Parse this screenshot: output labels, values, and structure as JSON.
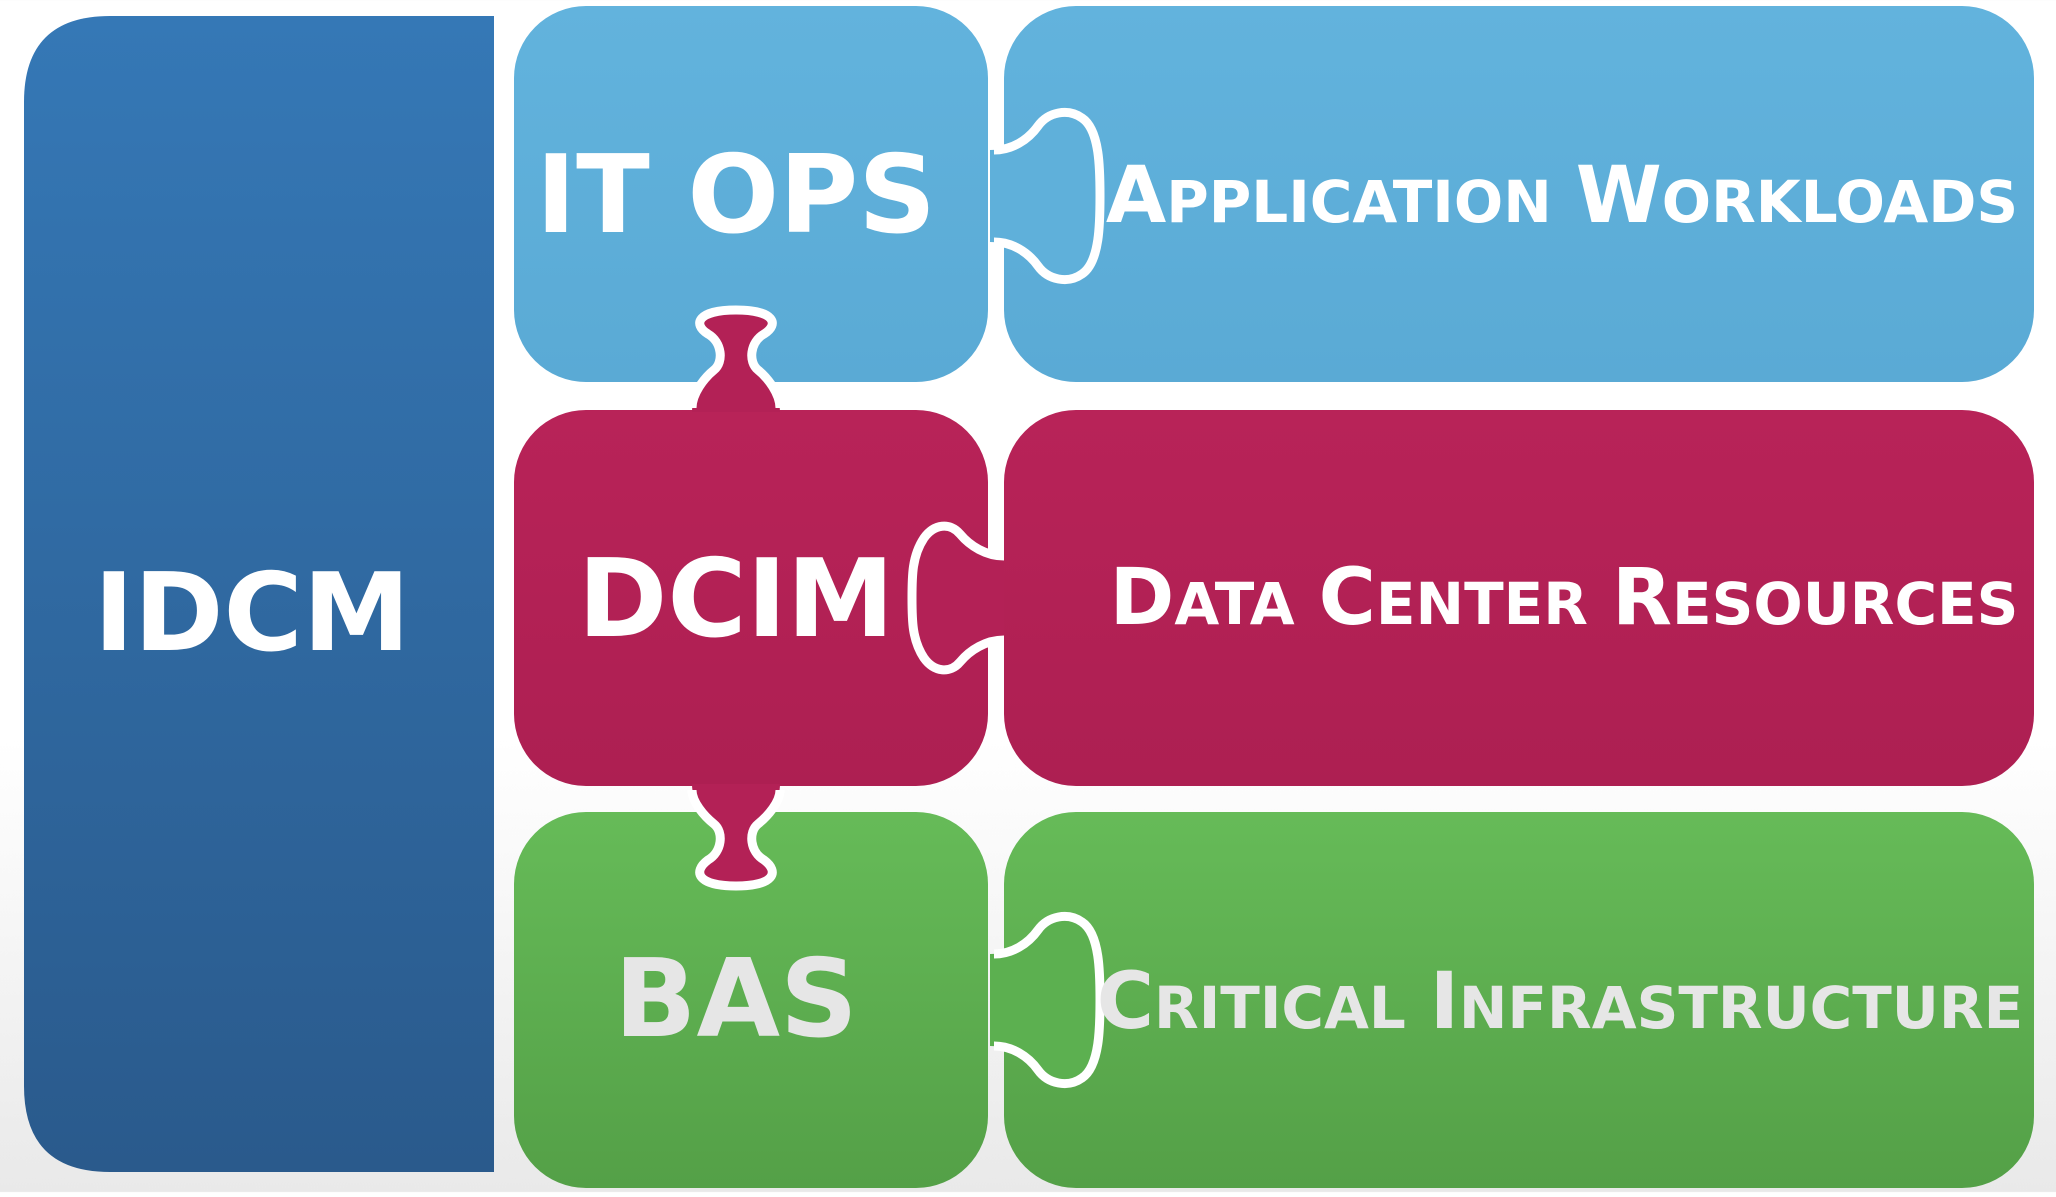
{
  "idcm": {
    "label": "IDCM",
    "color": "#2e6aa3"
  },
  "rows": [
    {
      "key": "it-ops",
      "layer": "IT OPS",
      "domain_initial_1": "A",
      "domain_rest_1": "PPLICATION",
      "domain_initial_2": "W",
      "domain_rest_2": "ORKLOADS",
      "color": "#5fb0da"
    },
    {
      "key": "dcim",
      "layer": "DCIM",
      "domain_initial_1": "D",
      "domain_rest_1": "ATA",
      "domain_initial_2": "C",
      "domain_rest_2": "ENTER",
      "domain_initial_3": "R",
      "domain_rest_3": "ESOURCES",
      "color": "#b32156"
    },
    {
      "key": "bas",
      "layer": "BAS",
      "domain_initial_1": "C",
      "domain_rest_1": "RITICAL",
      "domain_initial_2": "I",
      "domain_rest_2": "NFRASTRUCTURE",
      "color": "#5cb050"
    }
  ],
  "icons": [
    "puzzle-piece-icon"
  ]
}
